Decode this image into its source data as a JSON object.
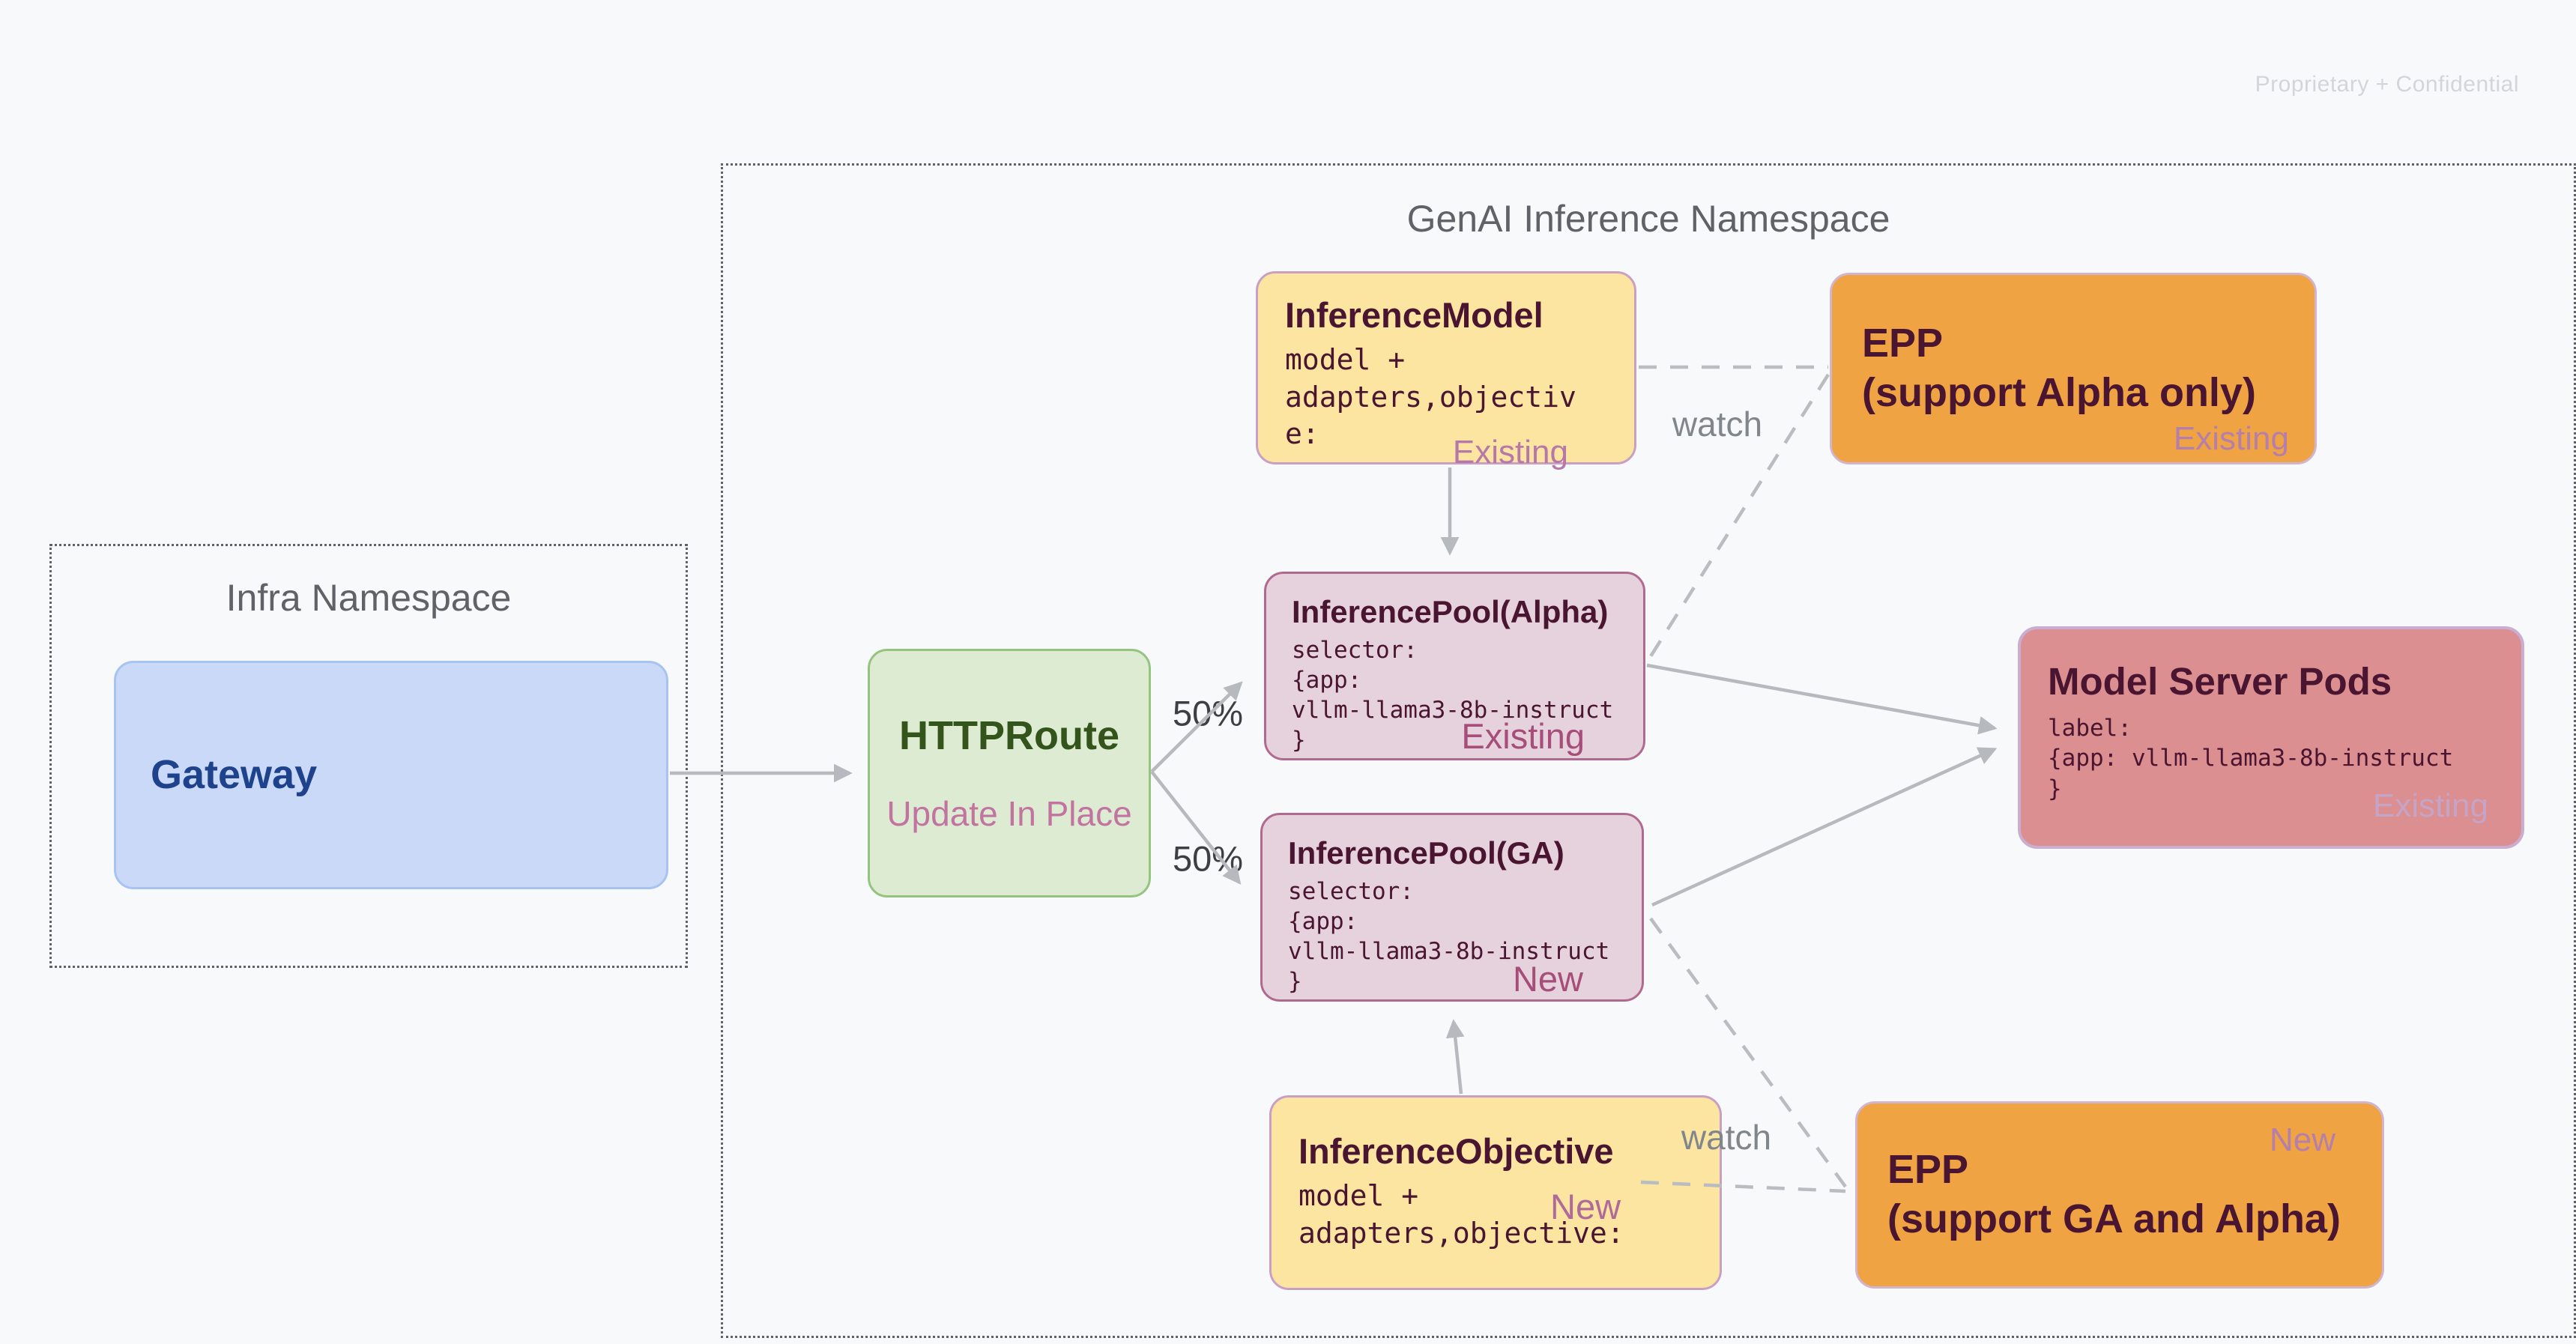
{
  "page": {
    "watermark": "Proprietary + Confidential"
  },
  "infra_namespace": {
    "title": "Infra Namespace",
    "gateway": {
      "title": "Gateway"
    }
  },
  "genai_namespace": {
    "title": "GenAI Inference Namespace"
  },
  "nodes": {
    "httproute": {
      "title": "HTTPRoute",
      "subtitle": "Update In Place"
    },
    "inference_model": {
      "title": "InferenceModel",
      "body_lines": [
        "model +",
        "adapters,objectiv",
        "e:"
      ],
      "status": "Existing"
    },
    "epp_alpha": {
      "title_lines": [
        "EPP",
        "(support Alpha only)"
      ],
      "status": "Existing"
    },
    "pool_alpha": {
      "title": "InferencePool(Alpha)",
      "body_lines": [
        "selector:",
        "{app:",
        "vllm-llama3-8b-instruct",
        "}"
      ],
      "status": "Existing"
    },
    "pool_ga": {
      "title": "InferencePool(GA)",
      "body_lines": [
        "selector:",
        "{app:",
        "vllm-llama3-8b-instruct",
        "}"
      ],
      "status": "New"
    },
    "model_server_pods": {
      "title": "Model Server Pods",
      "body_lines": [
        "label:",
        "{app: vllm-llama3-8b-instruct",
        "}"
      ],
      "status": "Existing"
    },
    "inference_objective": {
      "title": "InferenceObjective",
      "body_line_1": "model +",
      "body_line_2": "adapters,objective:",
      "status": "New"
    },
    "epp_ga": {
      "title_lines": [
        "EPP",
        "(support GA and Alpha)"
      ],
      "status": "New"
    }
  },
  "edge_labels": {
    "split_top": "50%",
    "split_bottom": "50%",
    "watch_top": "watch",
    "watch_bottom": "watch"
  },
  "colors": {
    "background": "#f8f9fa",
    "namespace_border": "#5f6368",
    "gateway_fill": "#c9d9f7",
    "gateway_text": "#1e428c",
    "httproute_fill": "#ddebd3",
    "httproute_text": "#33541a",
    "yellow_fill": "#fbe5a1",
    "pool_fill": "#e6d2dc",
    "pods_fill": "#dc8f90",
    "epp_fill": "#efa342",
    "title_maroon": "#4a1530",
    "status_mauve": "#a64d79",
    "arrow_gray": "#b6b9be"
  }
}
